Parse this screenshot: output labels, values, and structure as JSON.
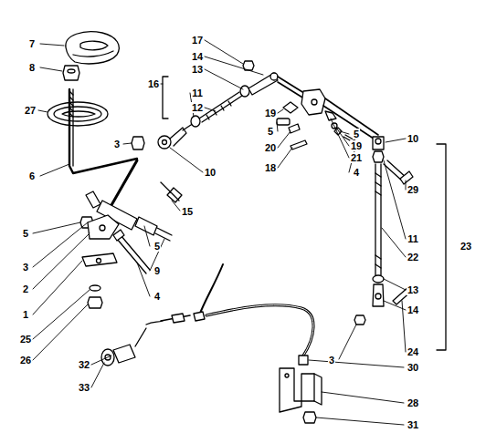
{
  "diagram": {
    "labels": [
      "7",
      "8",
      "27",
      "6",
      "3",
      "10",
      "15",
      "16",
      "11",
      "12",
      "13",
      "14",
      "17",
      "19",
      "5",
      "20",
      "18",
      "5",
      "19",
      "21",
      "4",
      "10",
      "29",
      "11",
      "22",
      "23",
      "13",
      "14",
      "24",
      "3",
      "5",
      "3",
      "2",
      "1",
      "25",
      "26",
      "5",
      "9",
      "4",
      "32",
      "33",
      "30",
      "28",
      "31"
    ]
  }
}
